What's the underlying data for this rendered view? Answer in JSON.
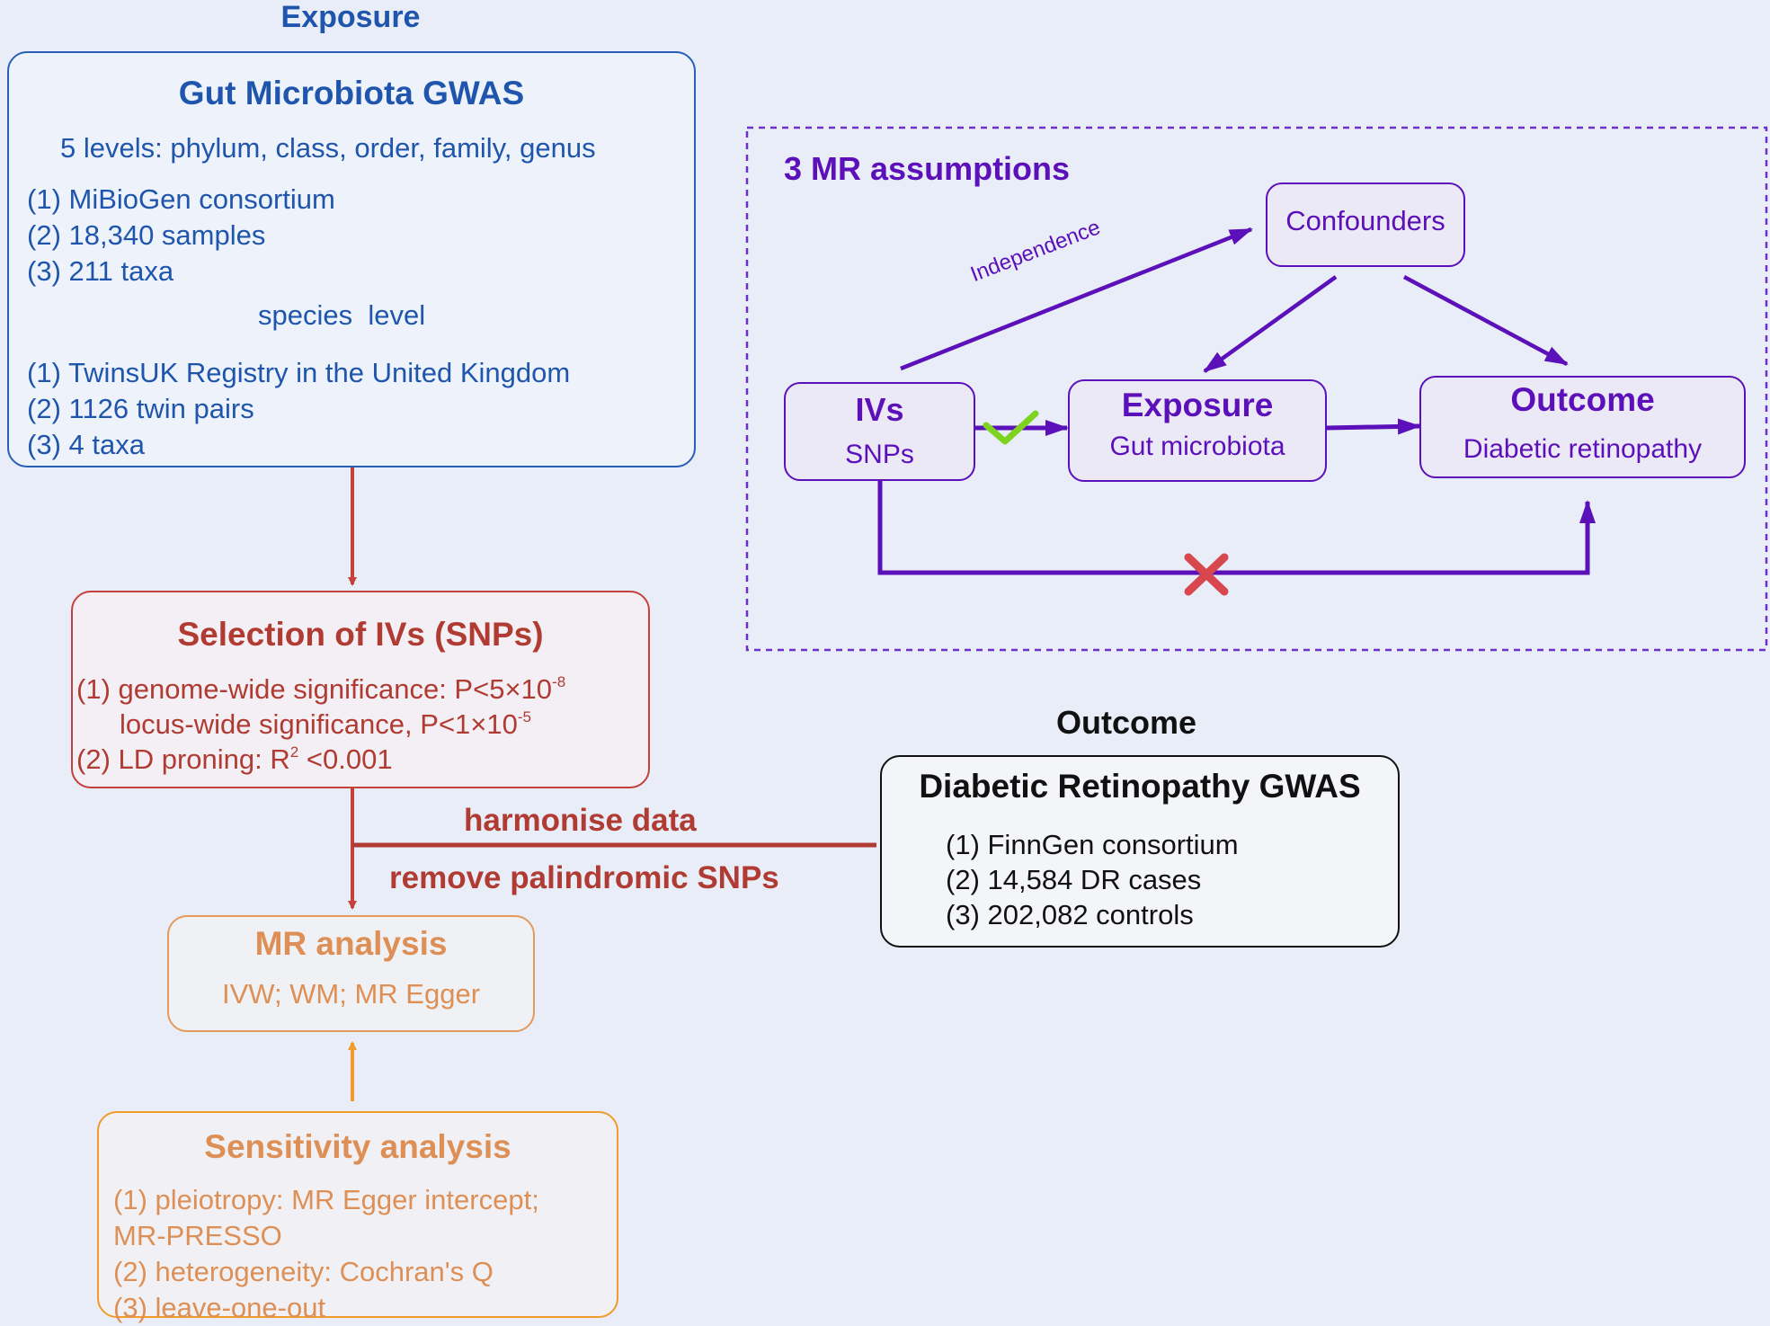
{
  "exposure": {
    "heading": "Exposure",
    "box_title": "Gut Microbiota GWAS",
    "levels_line": "5 levels: phylum, class, order, family, genus",
    "group1": [
      "(1) MiBioGen consortium",
      "(2) 18,340 samples",
      "(3) 211 taxa"
    ],
    "species_heading": "species  level",
    "group2": [
      "(1) TwinsUK Registry in the United Kingdom",
      "(2) 1126 twin pairs",
      "(3) 4 taxa"
    ]
  },
  "selection": {
    "title": "Selection of IVs (SNPs)",
    "line1": {
      "prefix": "(1) genome-wide significance: P<5×10",
      "exp": "-8"
    },
    "line2": {
      "prefix": "locus-wide significance, P<1×10",
      "exp": "-5"
    },
    "line3": {
      "prefix": "(2) LD proning: R",
      "exp": "2",
      "suffix": " <0.001"
    }
  },
  "harmonise": {
    "label1": "harmonise data",
    "label2": "remove palindromic SNPs"
  },
  "mr_analysis": {
    "title": "MR analysis",
    "methods": "IVW; WM; MR Egger"
  },
  "sensitivity": {
    "title": "Sensitivity analysis",
    "lines": [
      "(1) pleiotropy: MR Egger intercept;",
      "MR-PRESSO",
      "(2) heterogeneity: Cochran's Q",
      "(3) leave-one-out"
    ]
  },
  "outcome": {
    "heading": "Outcome",
    "box_title": "Diabetic Retinopathy GWAS",
    "lines": [
      "(1) FinnGen consortium",
      "(2) 14,584 DR cases",
      "(3) 202,082 controls"
    ]
  },
  "mr_assumptions": {
    "title": "3 MR assumptions",
    "confounders": "Confounders",
    "ivs_title": "IVs",
    "ivs_sub": "SNPs",
    "exposure_title": "Exposure",
    "exposure_sub": "Gut microbiota",
    "outcome_title": "Outcome",
    "outcome_sub": "Diabetic retinopathy",
    "independence_label": "Independence"
  },
  "colors": {
    "exposure_blue": "#1f55ac",
    "selection_red": "#b03b32",
    "analysis_orange": "#de8f55",
    "sensitivity_arrow": "#f09b2a",
    "assumption_purple": "#5b10b9",
    "check_green": "#7ed321",
    "cross_red": "#d8474e",
    "background": "#e8edf7"
  }
}
